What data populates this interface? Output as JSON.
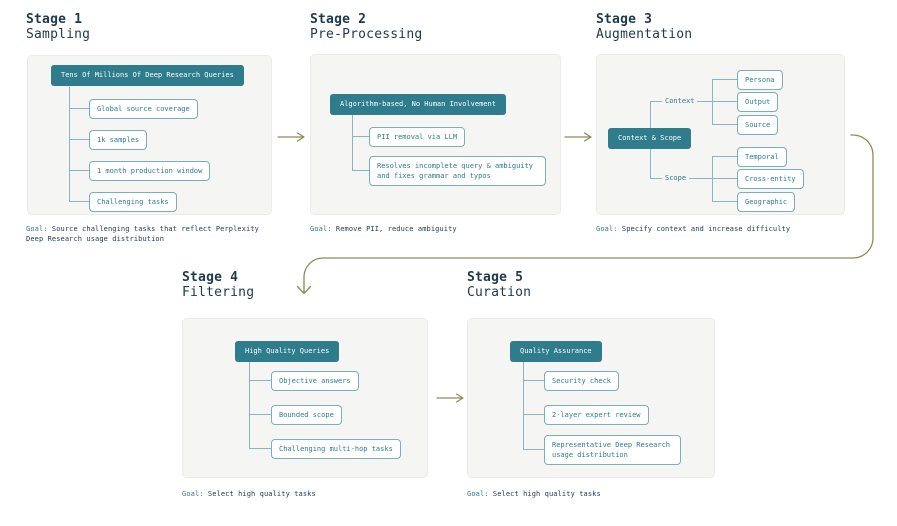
{
  "labels": {
    "goal": "Goal:"
  },
  "colors": {
    "teal_fill": "#2e7c8c",
    "teal_border": "#79aeba",
    "olive_arrow": "#8d8b55",
    "panel_bg": "#f5f5f4",
    "dark_text": "#1d3a4d",
    "white": "#ffffff"
  },
  "stages": [
    {
      "stage_label": "Stage 1",
      "stage_name": "Sampling",
      "root": "Tens Of Millions Of Deep Research Queries",
      "children": [
        "Global source coverage",
        "1k samples",
        "1 month production window",
        "Challenging tasks"
      ],
      "goal": "Source challenging tasks that reflect Perplexity Deep Research usage distribution"
    },
    {
      "stage_label": "Stage 2",
      "stage_name": "Pre-Processing",
      "root": "Algorithm-based, No Human Involvement",
      "children": [
        "PII removal via LLM",
        "Resolves incomplete query & ambiguity and fixes grammar and typos"
      ],
      "goal": "Remove PII, reduce ambiguity"
    },
    {
      "stage_label": "Stage 3",
      "stage_name": "Augmentation",
      "root": "Context & Scope",
      "groups": [
        {
          "label": "Context",
          "items": [
            "Persona",
            "Output",
            "Source"
          ]
        },
        {
          "label": "Scope",
          "items": [
            "Temporal",
            "Cross-entity",
            "Geographic"
          ]
        }
      ],
      "goal": "Specify context and increase difficulty"
    },
    {
      "stage_label": "Stage 4",
      "stage_name": "Filtering",
      "root": "High Quality Queries",
      "children": [
        "Objective answers",
        "Bounded scope",
        "Challenging multi-hop tasks"
      ],
      "goal": "Select high quality tasks"
    },
    {
      "stage_label": "Stage 5",
      "stage_name": "Curation",
      "root": "Quality Assurance",
      "children": [
        "Security check",
        "2-layer expert review",
        "Representative Deep Research usage distribution"
      ],
      "goal": "Select high quality tasks"
    }
  ]
}
